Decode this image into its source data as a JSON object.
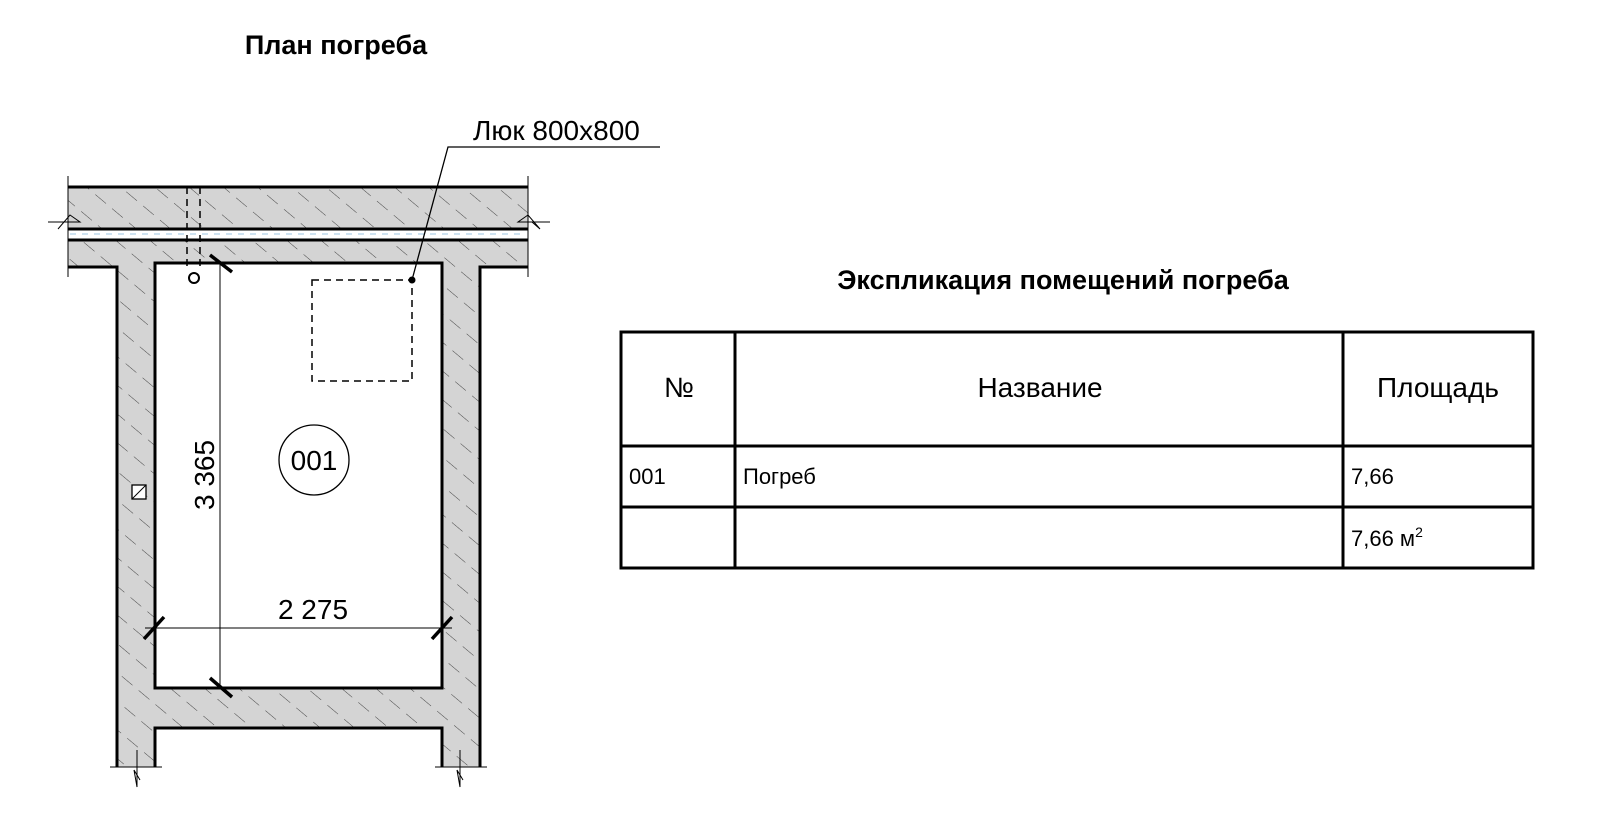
{
  "plan": {
    "title": "План погреба",
    "hatch_label": "Люк 800x800",
    "room_tag": "001",
    "dim_vertical": "3 365",
    "dim_horizontal": "2 275",
    "wall_fill": "#d4d4d4"
  },
  "table": {
    "title": "Экспликация помещений погреба",
    "headers": [
      "№",
      "Название",
      "Площадь"
    ],
    "rows": [
      {
        "num": "001",
        "name": "Погреб",
        "area": "7,66"
      },
      {
        "num": "",
        "name": "",
        "area": "7,66 м",
        "area_sup": "2"
      }
    ]
  }
}
